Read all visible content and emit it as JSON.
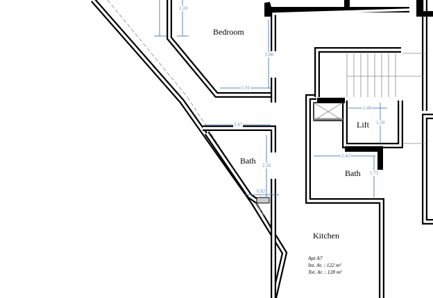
{
  "rooms": {
    "bedroom": "Bedroom",
    "bath_left": "Bath",
    "bath_right": "Bath",
    "lift": "Lift",
    "kitchen": "Kitchen"
  },
  "dimensions": {
    "bedroom_height_top": "2.10",
    "bedroom_height": "2.80",
    "bedroom_width": "1.91",
    "bath_left_width": "2.47",
    "bath_left_height": "2.26",
    "bath_left_door": "0.82",
    "lift_width": "1.40",
    "lift_height": "1.50",
    "bath_right_width": "2.42",
    "bath_right_height": "1.73"
  },
  "apartment": {
    "name": "Apt A7",
    "internal_area": "Int. Ar. : 122 m²",
    "total_area": "Tot. Ar. : 128 m²"
  },
  "colors": {
    "walls": "#000000",
    "dimension_lines": "#5b87b8"
  }
}
